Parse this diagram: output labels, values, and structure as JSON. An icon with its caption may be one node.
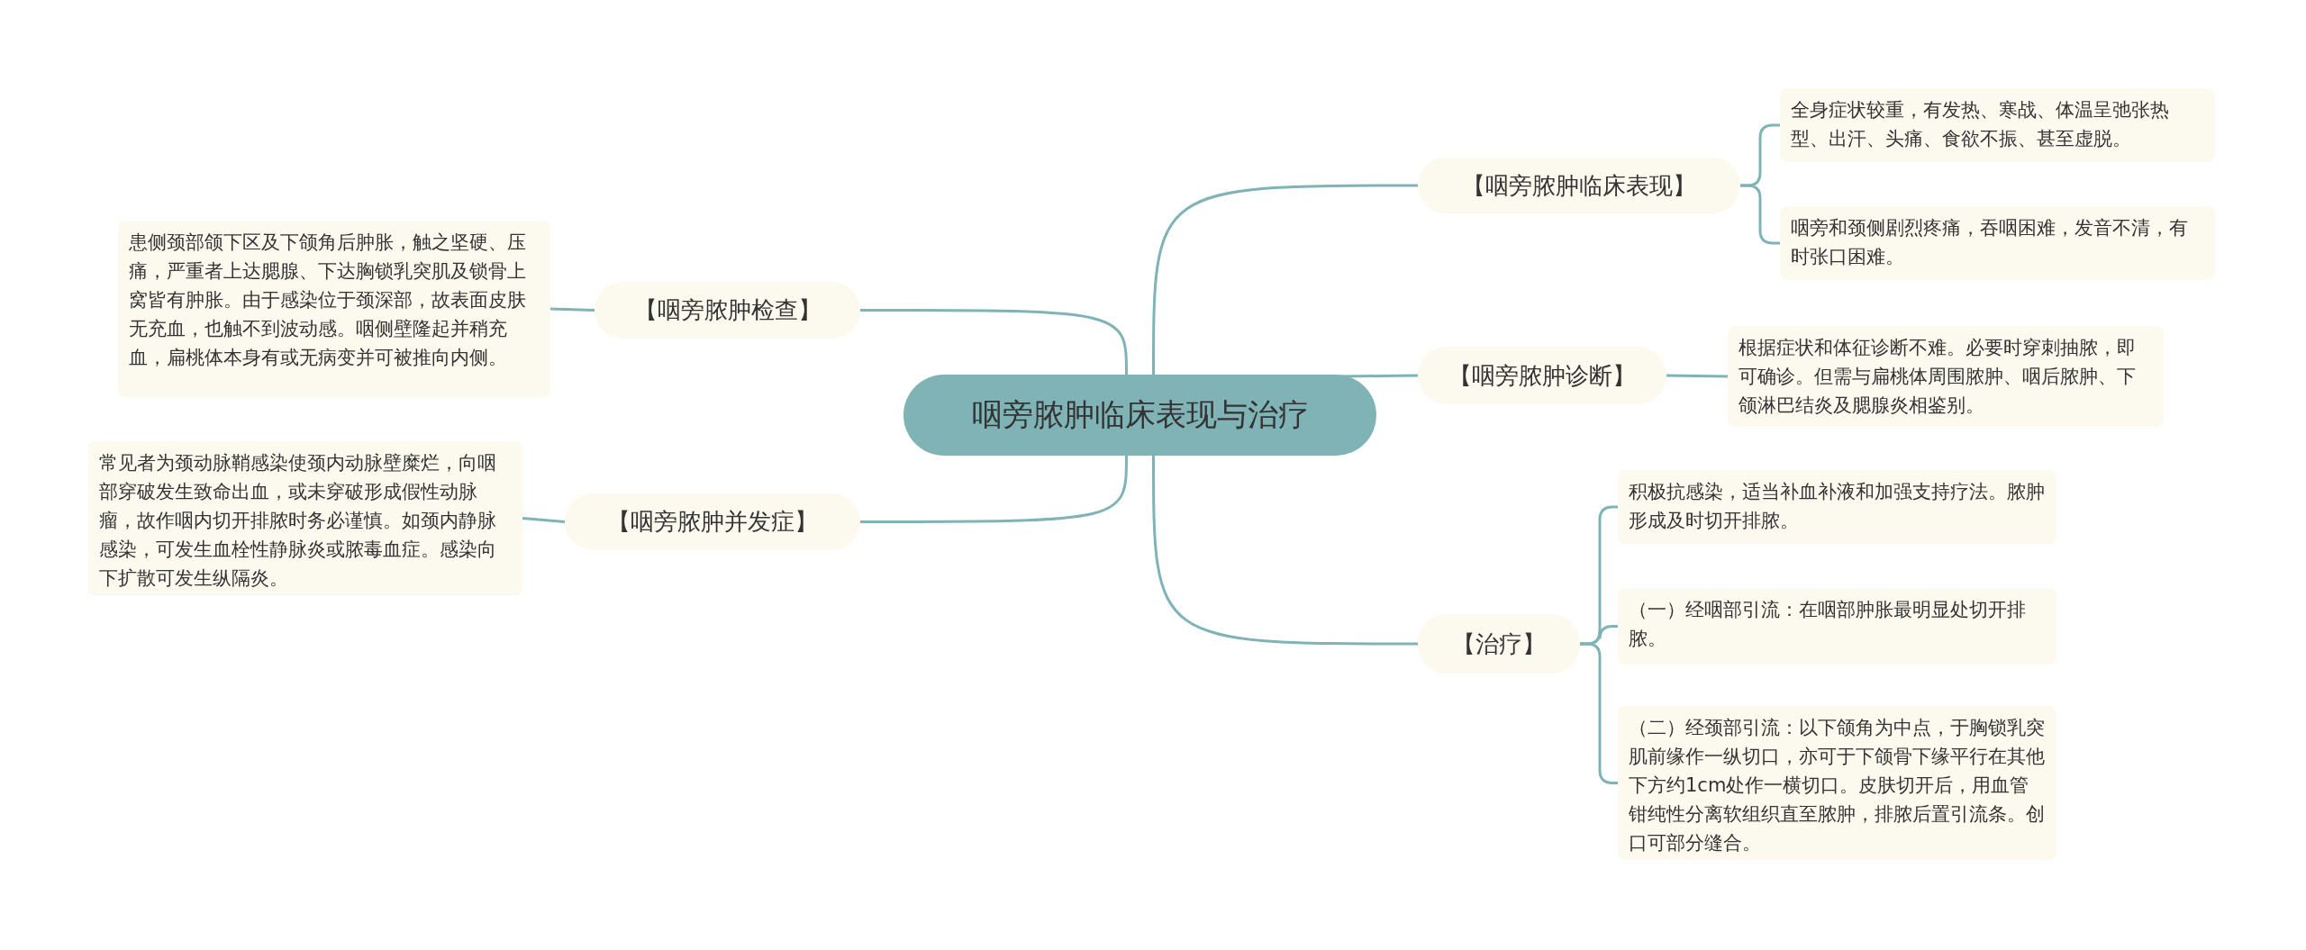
{
  "diagram": {
    "nodes": [
      {
        "text": [
          "咽旁脓肿临床表现与治疗"
        ]
      },
      {
        "text": [
          "【咽旁脓肿临床表现】"
        ]
      },
      {
        "text": [
          "全身症状较重，有发热、寒战、体温呈弛张热型、出汗、头痛、食欲不振、甚至虚脱。"
        ]
      },
      {
        "text": [
          "咽旁和颈侧剧烈疼痛，吞咽困难，发音不清，有时张口困难。"
        ]
      },
      {
        "text": [
          "【咽旁脓肿诊断】"
        ]
      },
      {
        "text": [
          "根据症状和体征诊断不难。必要时穿刺抽脓，即可确诊。但需与扁桃体周围脓肿、咽后脓肿、下颌淋巴结炎及腮腺炎相鉴别。"
        ]
      },
      {
        "text": [
          "【治疗】"
        ]
      },
      {
        "text": [
          "积极抗感染，适当补血补液和加强支持疗法。脓肿形成及时切开排脓。"
        ]
      },
      {
        "text": [
          "（一）经咽部引流：在咽部肿胀最明显处切开排脓。"
        ]
      },
      {
        "text": [
          "（二）经颈部引流：以下颌角为中点，于胸锁乳突肌前缘作一纵切口，亦可于下颌骨下缘平行在其他下方约1cm处作一横切口。皮肤切开后，用血管钳纯性分离软组织直至脓肿，排脓后置引流条。创口可部分缝合。"
        ]
      },
      {
        "text": [
          "【咽旁脓肿检查】"
        ]
      },
      {
        "text": [
          "患侧颈部颌下区及下颌角后肿胀，触之坚硬、压痛，严重者上达腮腺、下达胸锁乳突肌及锁骨上窝皆有肿胀。由于感染位于颈深部，故表面皮肤无充血，也触不到波动感。咽侧壁隆起并稍充血，扁桃体本身有或无病变并可被推向内侧。"
        ]
      },
      {
        "text": [
          "【咽旁脓肿并发症】"
        ]
      },
      {
        "text": [
          "常见者为颈动脉鞘感染使颈内动脉壁糜烂，向咽部穿破发生致命出血，或未穿破形成假性动脉瘤，故作咽内切开排脓时务必谨慎。如颈内静脉感染，可发生血栓性静脉炎或脓毒血症。感染向下扩散可发生纵隔炎。"
        ]
      }
    ],
    "edges": [
      {
        "from": 0,
        "to": 1,
        "arrow": "none"
      },
      {
        "from": 1,
        "to": 2,
        "arrow": "none"
      },
      {
        "from": 1,
        "to": 3,
        "arrow": "none"
      },
      {
        "from": 0,
        "to": 4,
        "arrow": "none"
      },
      {
        "from": 4,
        "to": 5,
        "arrow": "none"
      },
      {
        "from": 0,
        "to": 6,
        "arrow": "none"
      },
      {
        "from": 6,
        "to": 7,
        "arrow": "none"
      },
      {
        "from": 6,
        "to": 8,
        "arrow": "none"
      },
      {
        "from": 6,
        "to": 9,
        "arrow": "none"
      },
      {
        "from": 0,
        "to": 10,
        "arrow": "none"
      },
      {
        "from": 10,
        "to": 11,
        "arrow": "none"
      },
      {
        "from": 0,
        "to": 12,
        "arrow": "none"
      },
      {
        "from": 12,
        "to": 13,
        "arrow": "none"
      }
    ]
  }
}
